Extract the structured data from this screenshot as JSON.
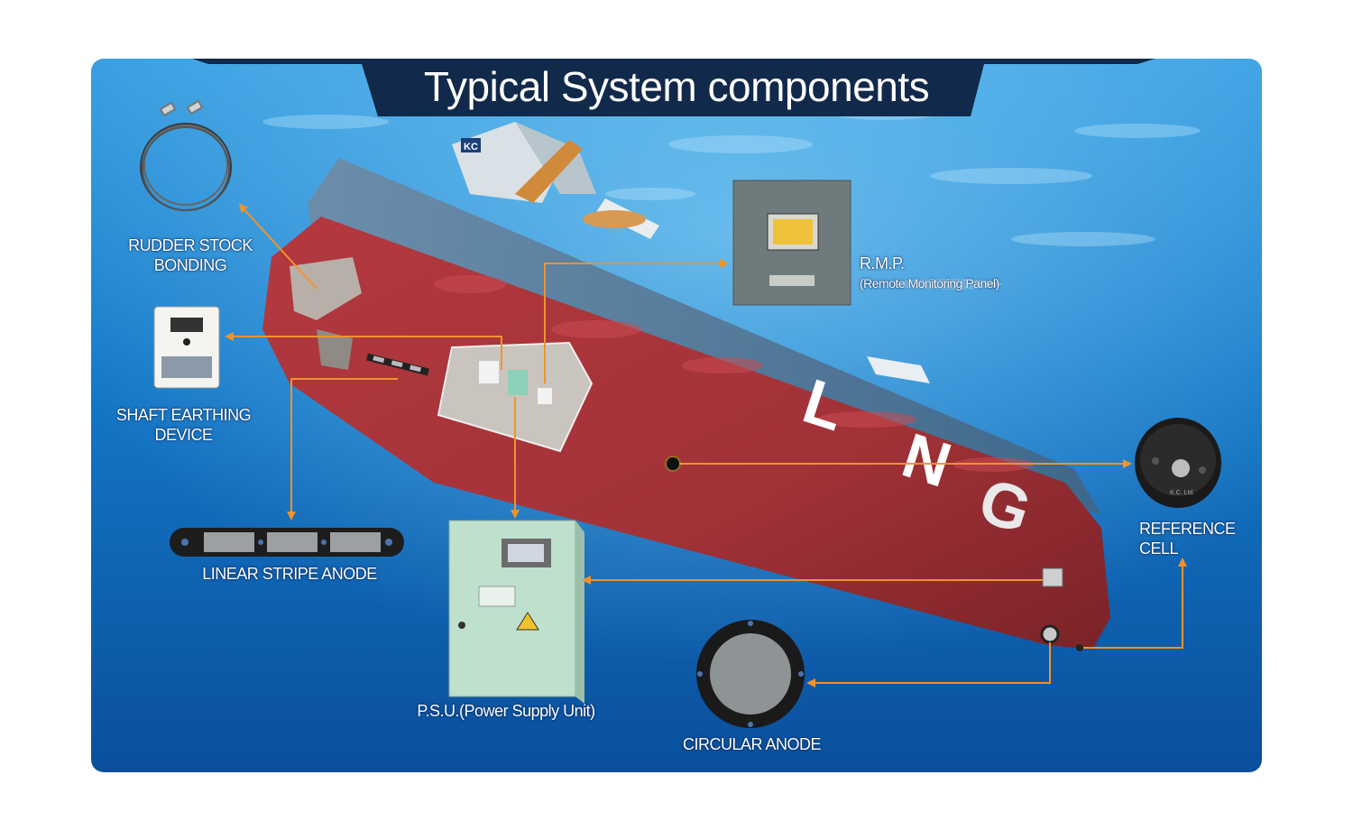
{
  "title": "Typical System components",
  "labels": {
    "rudder_stock": [
      "RUDDER STOCK",
      "BONDING"
    ],
    "shaft_earthing": [
      "SHAFT EARTHING",
      "DEVICE"
    ],
    "linear_stripe": "LINEAR STRIPE ANODE",
    "rmp": [
      "R.M.P.",
      "(Remote Monitoring Panel)"
    ],
    "reference_cell": [
      "REFERENCE",
      "CELL"
    ],
    "psu": "P.S.U.(Power Supply Unit)",
    "circular_anode": "CIRCULAR ANODE"
  },
  "hull_text": [
    "L",
    "N",
    "G"
  ],
  "ship_logo": "KC",
  "reference_cell_mark": "K.C. Ltd.",
  "colors": {
    "water_deep": "#0a5aa8",
    "water_light": "#3fa6e6",
    "hull_red": "#a8353a",
    "title_bar": "#0f2a4a",
    "arrow": "#f0932b",
    "panel_grey": "#6f7a7c",
    "psu_green": "#bfe0cc"
  }
}
